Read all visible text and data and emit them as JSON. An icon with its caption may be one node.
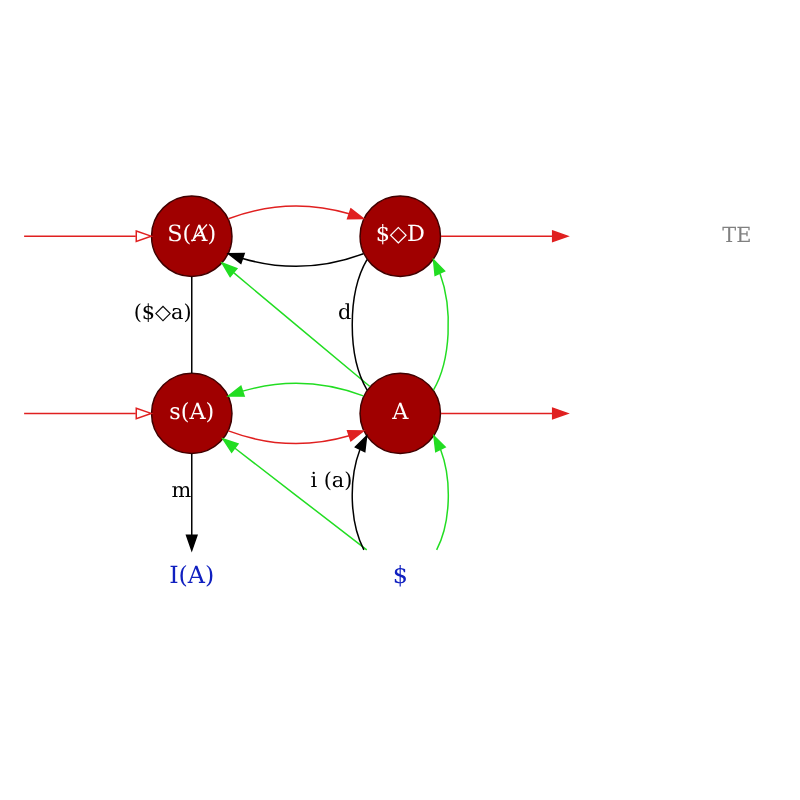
{
  "diagram": {
    "nodes": [
      {
        "text": [
          "S(Ⱥ)"
        ]
      },
      {
        "text": [
          "$◇D"
        ]
      },
      {
        "text": [
          "s(A)"
        ]
      },
      {
        "text": [
          "A"
        ]
      },
      {
        "text": [
          "I(A)"
        ]
      },
      {
        "text": [
          "$"
        ]
      }
    ],
    "edges": [
      {
        "from": 5,
        "to": 3,
        "arrow": "to",
        "label": "i (a)",
        "color": "#000000"
      },
      {
        "from": 3,
        "to": 1,
        "arrow": "none",
        "label": "d",
        "color": "#000000"
      },
      {
        "from": 1,
        "to": 0,
        "arrow": "to",
        "color": "#000000"
      },
      {
        "from": 0,
        "to": 2,
        "arrow": "none",
        "label": "($◇a)",
        "color": "#000000"
      },
      {
        "from": 2,
        "to": 4,
        "arrow": "to",
        "label": "m",
        "color": "#000000"
      },
      {
        "from": null,
        "to": 0,
        "arrow": "to",
        "color": "#e02020"
      },
      {
        "from": 0,
        "to": 1,
        "arrow": "to",
        "color": "#e02020"
      },
      {
        "from": 1,
        "to": null,
        "arrow": "to",
        "color": "#e02020"
      },
      {
        "from": null,
        "to": 2,
        "arrow": "to",
        "color": "#e02020"
      },
      {
        "from": 2,
        "to": 3,
        "arrow": "to",
        "color": "#e02020"
      },
      {
        "from": 3,
        "to": null,
        "arrow": "to",
        "color": "#e02020"
      },
      {
        "from": 3,
        "to": 0,
        "arrow": "to",
        "color": "#22dd22"
      },
      {
        "from": 3,
        "to": 1,
        "arrow": "to",
        "color": "#22dd22"
      },
      {
        "from": 3,
        "to": 2,
        "arrow": "to",
        "color": "#22dd22"
      },
      {
        "from": 5,
        "to": 2,
        "arrow": "to",
        "color": "#22dd22"
      },
      {
        "from": 5,
        "to": 3,
        "arrow": "to",
        "color": "#22dd22"
      }
    ],
    "labels": [
      "TE"
    ]
  }
}
